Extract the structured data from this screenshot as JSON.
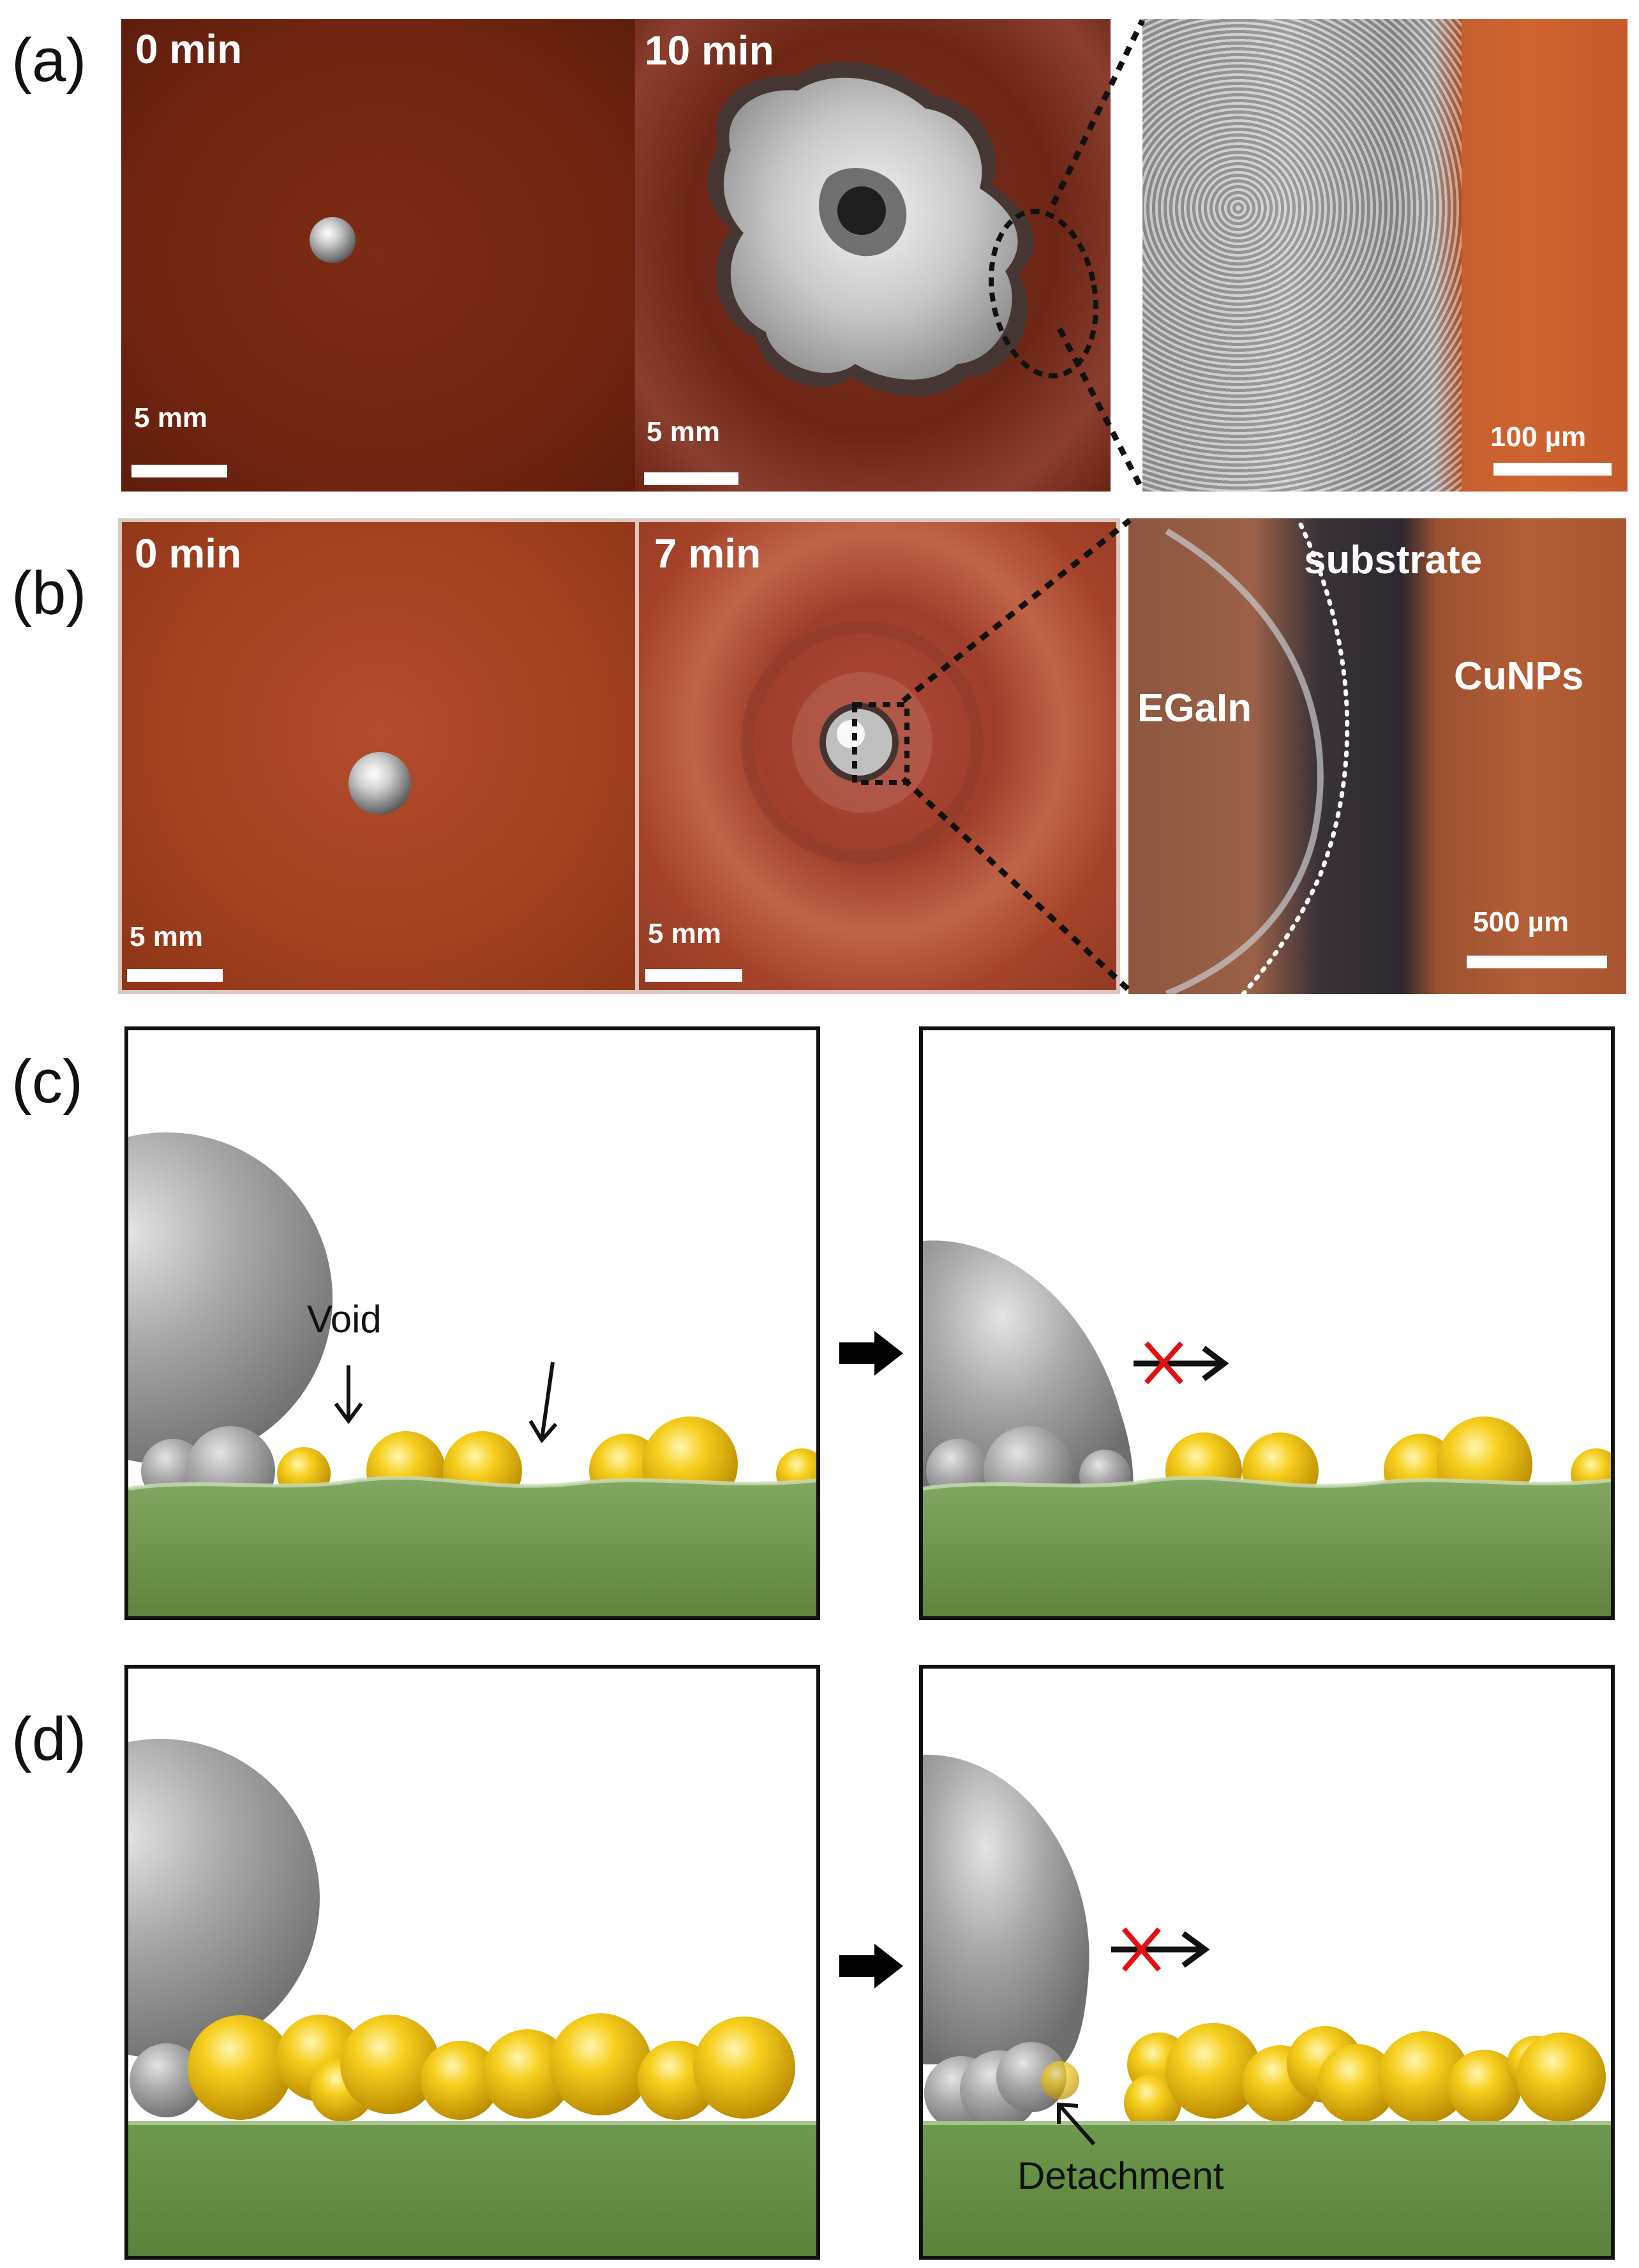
{
  "panels": {
    "a": {
      "letter": "(a)",
      "photo1": {
        "time": "0 min",
        "scale": "5 mm"
      },
      "photo2": {
        "time": "10 min",
        "scale": "5 mm"
      },
      "zoom": {
        "scale": "100 µm"
      }
    },
    "b": {
      "letter": "(b)",
      "photo1": {
        "time": "0 min",
        "scale": "5 mm"
      },
      "photo2": {
        "time": "7 min",
        "scale": "5 mm"
      },
      "zoom": {
        "scale": "500 µm",
        "label_egain": "EGaIn",
        "label_substrate": "substrate",
        "label_cunps": "CuNPs"
      }
    },
    "c": {
      "letter": "(c)",
      "void_label": "Void"
    },
    "d": {
      "letter": "(d)",
      "detachment_label": "Detachment"
    }
  },
  "colors": {
    "cu_film": "#7a2a14",
    "substrate_green": "#6b8f4a",
    "gold_particle": "#f2c21a",
    "egain_gray": "#9a9a9a",
    "cross_red": "#e01010"
  },
  "icons": [
    "right-arrow-icon",
    "blocked-arrow-icon",
    "down-arrow-icon"
  ]
}
